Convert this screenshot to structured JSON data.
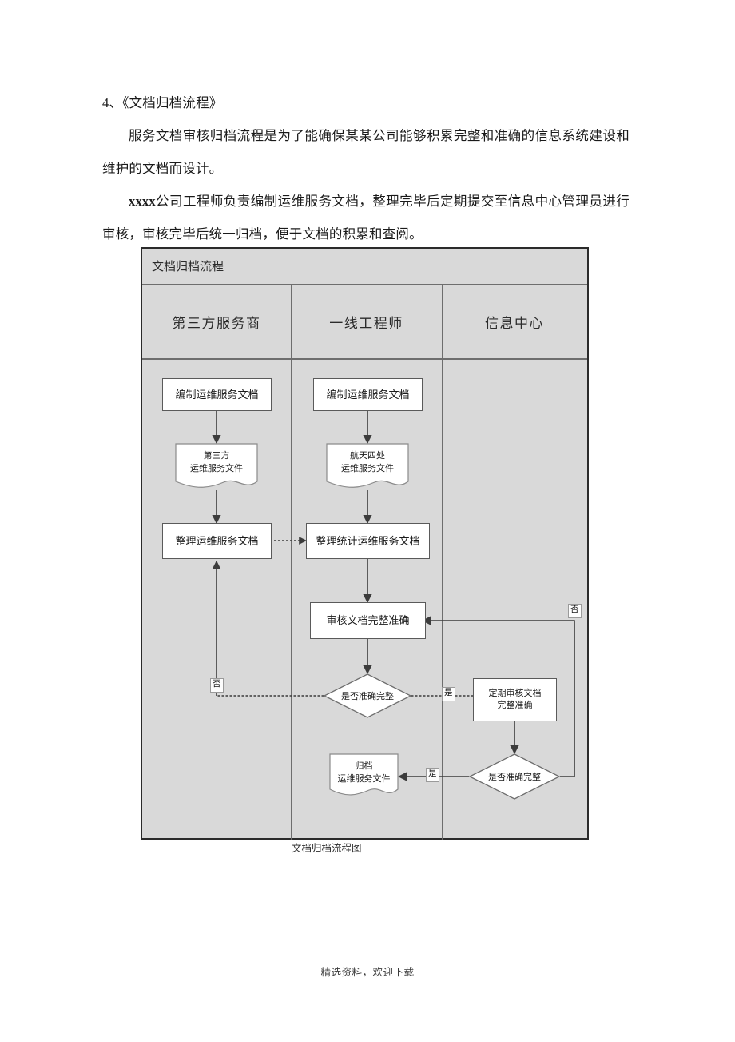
{
  "document": {
    "heading": "4、《文档归档流程》",
    "paragraphs": [
      "服务文档审核归档流程是为了能确保某某公司能够积累完整和准确的信息系统建设和维护的文档而设计。",
      "公司工程师负责编制运维服务文档，整理完毕后定期提交至信息中心管理员进行审核，审核完毕后统一归档，便于文档的积累和查阅。"
    ],
    "bold_prefix": "xxxx",
    "figure_caption": "文档归档流程图",
    "footer": "精选资料，欢迎下载"
  },
  "flowchart": {
    "title": "文档归档流程",
    "lanes": [
      {
        "id": "lane-third-party",
        "label": "第三方服务商"
      },
      {
        "id": "lane-frontline-engineer",
        "label": "一线工程师"
      },
      {
        "id": "lane-info-center",
        "label": "信息中心"
      }
    ],
    "nodes": [
      {
        "id": "n1",
        "lane": 0,
        "type": "process",
        "label": "编制运维服务文档"
      },
      {
        "id": "n2",
        "lane": 0,
        "type": "document",
        "label": "第三方\n运维服务文件",
        "line1": "第三方",
        "line2": "运维服务文件"
      },
      {
        "id": "n3",
        "lane": 0,
        "type": "process",
        "label": "整理运维服务文档"
      },
      {
        "id": "n4",
        "lane": 1,
        "type": "process",
        "label": "编制运维服务文档"
      },
      {
        "id": "n5",
        "lane": 1,
        "type": "document",
        "label": "航天四处\n运维服务文件",
        "line1": "航天四处",
        "line2": "运维服务文件"
      },
      {
        "id": "n6",
        "lane": 1,
        "type": "process",
        "label": "整理统计运维服务文档"
      },
      {
        "id": "n7",
        "lane": 1,
        "type": "process",
        "label": "审核文档完整准确"
      },
      {
        "id": "n8",
        "lane": 1,
        "type": "decision",
        "label": "是否准确完整"
      },
      {
        "id": "n9",
        "lane": 1,
        "type": "document",
        "label": "归档\n运维服务文件",
        "line1": "归档",
        "line2": "运维服务文件"
      },
      {
        "id": "n10",
        "lane": 2,
        "type": "process",
        "label": "定期审核文档\n完整准确",
        "line1": "定期审核文档",
        "line2": "完整准确"
      },
      {
        "id": "n11",
        "lane": 2,
        "type": "decision",
        "label": "是否准确完整"
      }
    ],
    "edge_labels": {
      "no_left": "否",
      "yes_right": "是",
      "no_right": "否",
      "yes_bottom": "是"
    }
  },
  "colors": {
    "lane_background": "#d9d9d9",
    "frame_border": "#2b2b2b",
    "lane_divider": "#6e6e6e",
    "node_fill": "#ffffff",
    "node_border": "#5a5a5a",
    "connector": "#3c3c3c",
    "page_background": "#ffffff"
  }
}
